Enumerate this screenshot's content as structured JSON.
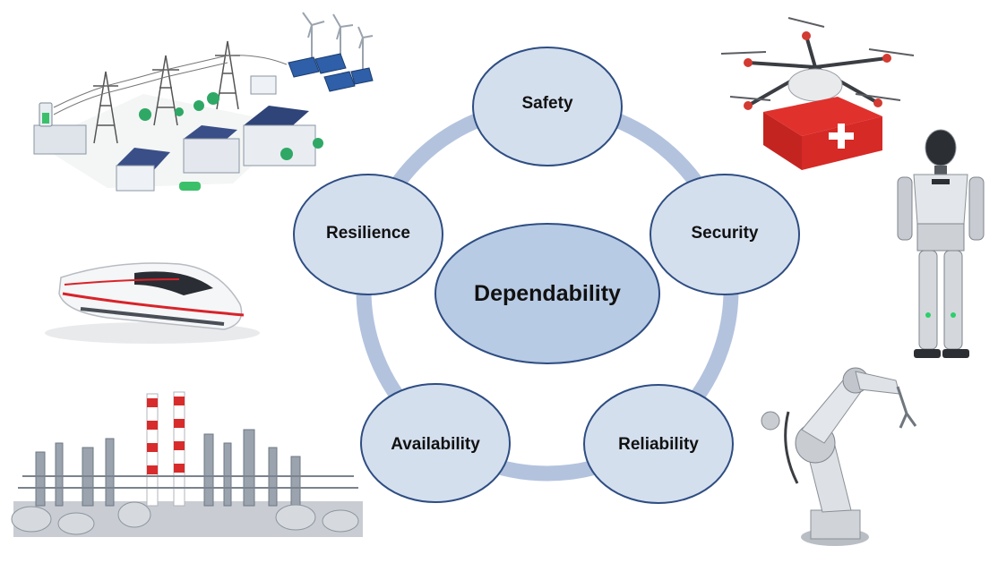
{
  "diagram": {
    "center": {
      "label": "Dependability"
    },
    "attributes": [
      {
        "id": "safety",
        "label": "Safety"
      },
      {
        "id": "security",
        "label": "Security"
      },
      {
        "id": "reliability",
        "label": "Reliability"
      },
      {
        "id": "availability",
        "label": "Availability"
      },
      {
        "id": "resilience",
        "label": "Resilience"
      }
    ],
    "colors": {
      "ring": "#b3c3de",
      "node_fill": "#d4dfee",
      "node_stroke": "#2e4d82",
      "center_fill": "#b8cbe4"
    }
  },
  "illustrations": [
    {
      "id": "power-grid",
      "icon": "power-grid-icon"
    },
    {
      "id": "train",
      "icon": "high-speed-train-icon"
    },
    {
      "id": "refinery",
      "icon": "refinery-icon"
    },
    {
      "id": "drone",
      "icon": "medical-drone-icon"
    },
    {
      "id": "robot",
      "icon": "humanoid-robot-icon"
    },
    {
      "id": "robot-arm",
      "icon": "industrial-robot-arm-icon"
    }
  ]
}
